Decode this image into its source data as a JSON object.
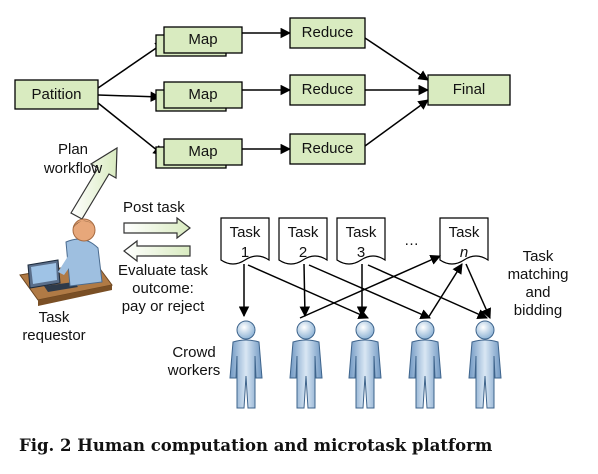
{
  "workflow": {
    "partition_label": "Patition",
    "map_labels": [
      "Map",
      "Map",
      "Map"
    ],
    "reduce_labels": [
      "Reduce",
      "Reduce",
      "Reduce"
    ],
    "final_label": "Final",
    "box_fill": "#d9ebc0"
  },
  "plan_label": [
    "Plan",
    "workflow"
  ],
  "requestor": {
    "post_label": "Post task",
    "evaluate_label": [
      "Evaluate task",
      "outcome:",
      "pay or reject"
    ],
    "name": [
      "Task",
      "requestor"
    ]
  },
  "tasks": [
    {
      "title": "Task",
      "index": "1"
    },
    {
      "title": "Task",
      "index": "2"
    },
    {
      "title": "Task",
      "index": "3"
    },
    {
      "title": "Task",
      "index": "n"
    }
  ],
  "ellipsis": "…",
  "matching_label": [
    "Task",
    "matching",
    "and",
    "bidding"
  ],
  "workers_label": [
    "Crowd",
    "workers"
  ],
  "caption": "Fig. 2  Human computation and microtask platform"
}
